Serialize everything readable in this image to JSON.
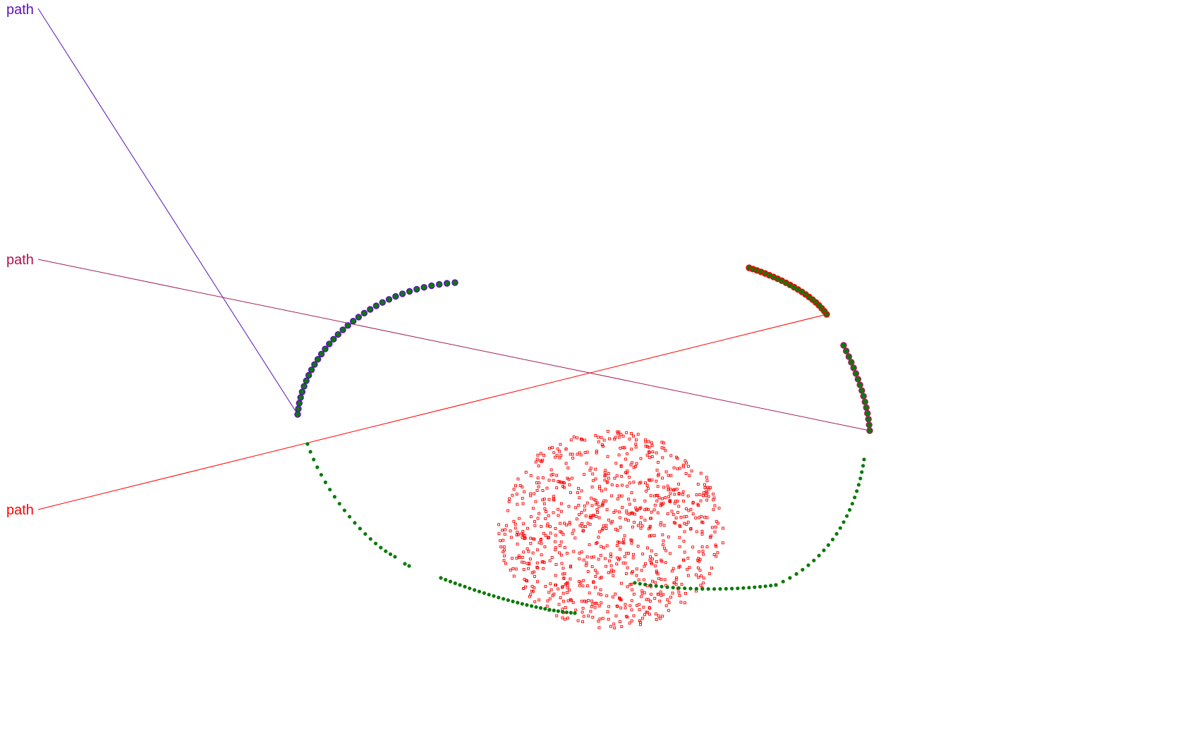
{
  "labels": [
    {
      "id": "purple-path",
      "text": "path",
      "color": "#5a10b8"
    },
    {
      "id": "magenta-path",
      "text": "path",
      "color": "#b0104e"
    },
    {
      "id": "red-path",
      "text": "path",
      "color": "#ff0000"
    }
  ],
  "colors": {
    "dot_green": "#0a7a0a",
    "ring_purple": "#5a10b8",
    "ring_magenta": "#a0205a",
    "ring_red": "#ff0000",
    "cloud_red": "#ff0000",
    "background": "#ffffff"
  }
}
